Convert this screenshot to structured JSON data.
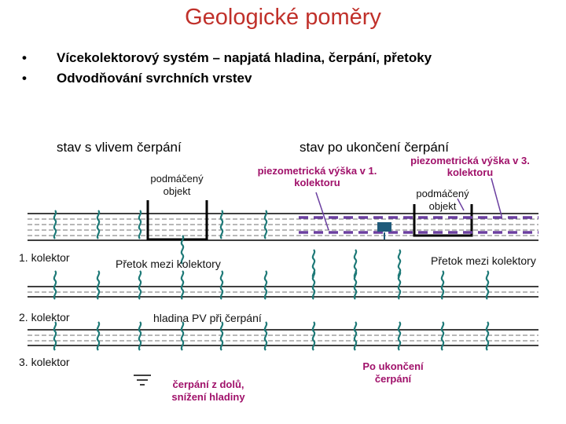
{
  "title": "Geologické poměry",
  "bullets": [
    "Vícekolektorový systém – napjatá hladina, čerpání, přetoky",
    "Odvodňování svrchních vrstev"
  ],
  "labels": {
    "left_heading": "stav s vlivem čerpání",
    "right_heading": "stav po ukončení čerpání",
    "wet_object_left_1": "podmáčený",
    "wet_object_left_2": "objekt",
    "piezo_1": "piezometrická výška v 1. kolektoru",
    "piezo_3": "piezometrická výška v 3. kolektoru",
    "wet_object_right_1": "podmáčený",
    "wet_object_right_2": "objekt",
    "kolektor_1": "1. kolektor",
    "kolektor_2": "2. kolektor",
    "kolektor_3": "3. kolektor",
    "pretok_left": "Přetok mezi kolektory",
    "pretok_right": "Přetok mezi kolektory",
    "hladina": "hladina PV při čerpání",
    "cerpani": "čerpání z dolů, snížení hladiny",
    "po_ukonceni": "Po ukončení čerpání"
  },
  "colors": {
    "title": "#c0302a",
    "wave": "#1f7a78",
    "dashed_purple": "#6b3fa0",
    "pink_text": "#a0116a",
    "line": "#000000"
  }
}
